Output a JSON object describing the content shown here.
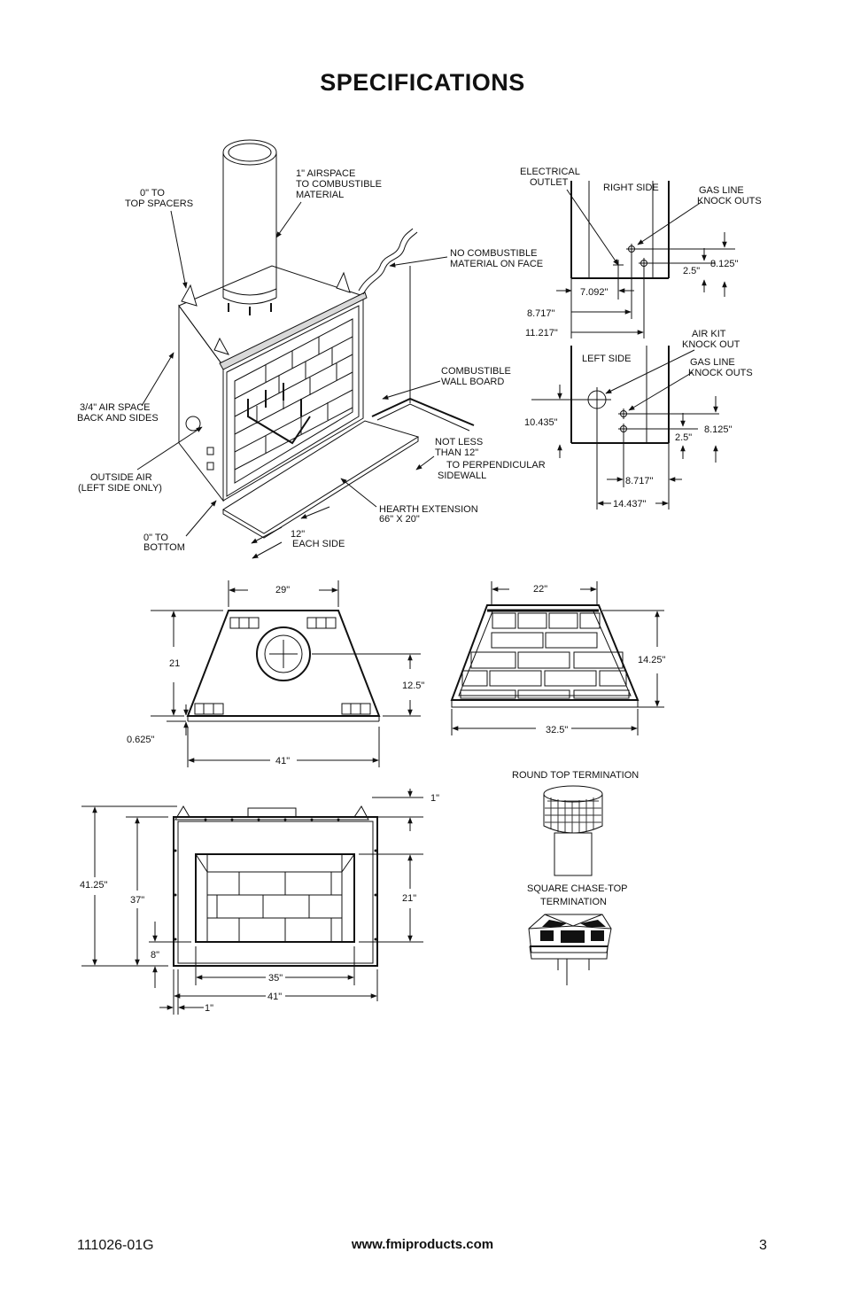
{
  "page": {
    "title": "SPECIFICATIONS",
    "doc_number": "111026-01G",
    "website": "www.fmiproducts.com",
    "page_number": "3"
  },
  "iso": {
    "top_spacers": [
      "0\" TO",
      "TOP SPACERS"
    ],
    "airspace": [
      "1\" AIRSPACE",
      "TO COMBUSTIBLE",
      "MATERIAL"
    ],
    "no_combustible": [
      "NO COMBUSTIBLE",
      "MATERIAL ON FACE"
    ],
    "combustible_wall": [
      "COMBUSTIBLE",
      "WALL BOARD"
    ],
    "air_space_back": [
      "3/4\" AIR SPACE",
      "BACK AND SIDES"
    ],
    "not_less": [
      "NOT LESS",
      "THAN 12\"",
      "TO PERPENDICULAR",
      "SIDEWALL"
    ],
    "outside_air": [
      "OUTSIDE AIR",
      "(LEFT SIDE ONLY)"
    ],
    "hearth": [
      "HEARTH EXTENSION",
      "66\" X 20\""
    ],
    "each_side": [
      "12\"",
      "EACH SIDE"
    ],
    "bottom": [
      "0\" TO",
      "BOTTOM"
    ]
  },
  "right_side": {
    "electrical": [
      "ELECTRICAL",
      "OUTLET"
    ],
    "label": "RIGHT SIDE",
    "gas_line": [
      "GAS LINE",
      "KNOCK OUTS"
    ],
    "dim_25": "2.5\"",
    "dim_8125": "8.125\"",
    "dim_7092": "7.092\"",
    "dim_8717": "8.717\"",
    "dim_11217": "11.217\""
  },
  "left_side": {
    "label": "LEFT SIDE",
    "air_kit": [
      "AIR KIT",
      "KNOCK OUT"
    ],
    "gas_line": [
      "GAS LINE",
      "KNOCK OUTS"
    ],
    "dim_10435": "10.435\"",
    "dim_8125": "8.125\"",
    "dim_25": "2.5\"",
    "dim_8717": "8.717\"",
    "dim_14437": "14.437\""
  },
  "top_view": {
    "dim_29": "29\"",
    "dim_21": "21",
    "dim_125": "12.5\"",
    "dim_0625": "0.625\"",
    "dim_41": "41\""
  },
  "firebox_view": {
    "dim_22": "22\"",
    "dim_1425": "14.25\"",
    "dim_325": "32.5\""
  },
  "front_view": {
    "dim_1_top": "1\"",
    "dim_4125": "41.25\"",
    "dim_37": "37\"",
    "dim_21": "21\"",
    "dim_8": "8\"",
    "dim_35": "35\"",
    "dim_41": "41\"",
    "dim_1_bottom": "1\""
  },
  "terminations": {
    "round": "ROUND TOP TERMINATION",
    "square": [
      "SQUARE CHASE-TOP",
      "TERMINATION"
    ]
  }
}
